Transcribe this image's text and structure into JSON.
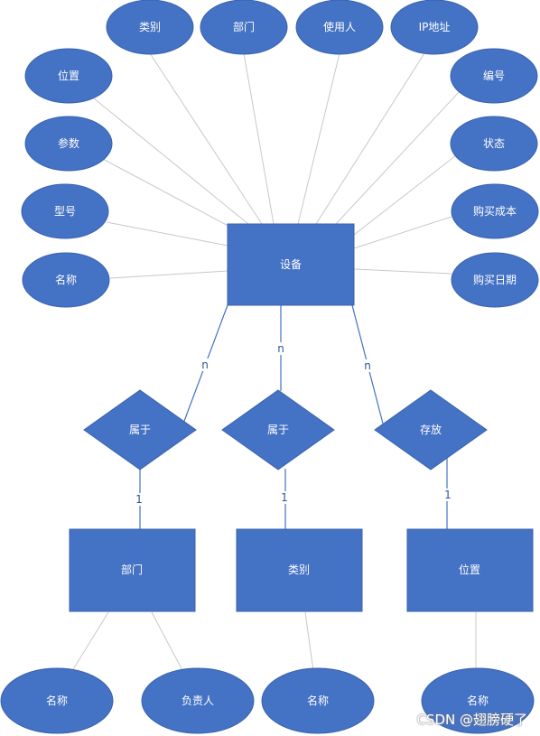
{
  "entities": {
    "equipment": "设备",
    "department": "部门",
    "category": "类别",
    "location": "位置"
  },
  "relationships": {
    "belongs_dept": "属于",
    "belongs_cat": "属于",
    "stored_at": "存放"
  },
  "equipment_attributes": {
    "category": "类别",
    "department": "部门",
    "user": "使用人",
    "ip": "IP地址",
    "location": "位置",
    "number": "编号",
    "params": "参数",
    "status": "状态",
    "model": "型号",
    "cost": "购买成本",
    "name": "名称",
    "date": "购买日期"
  },
  "department_attributes": {
    "name": "名称",
    "manager": "负责人"
  },
  "category_attributes": {
    "name": "名称"
  },
  "location_attributes": {
    "name": "名称"
  },
  "cardinalities": {
    "eq_dept": "n",
    "eq_cat": "n",
    "eq_loc": "n",
    "dept": "1",
    "cat": "1",
    "loc": "1"
  },
  "watermark": "CSDN @翅膀硬了"
}
